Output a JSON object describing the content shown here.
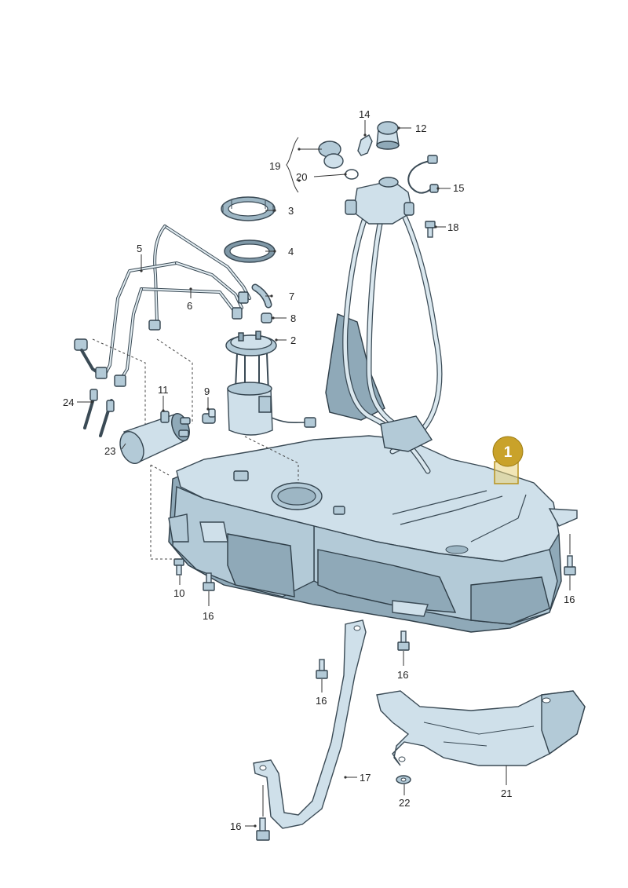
{
  "diagram": {
    "labels": [
      {
        "id": "l1",
        "text": "1"
      },
      {
        "id": "l2",
        "text": "2"
      },
      {
        "id": "l3",
        "text": "3"
      },
      {
        "id": "l4",
        "text": "4"
      },
      {
        "id": "l5",
        "text": "5"
      },
      {
        "id": "l6",
        "text": "6"
      },
      {
        "id": "l7",
        "text": "7"
      },
      {
        "id": "l8",
        "text": "8"
      },
      {
        "id": "l9",
        "text": "9"
      },
      {
        "id": "l10",
        "text": "10"
      },
      {
        "id": "l11",
        "text": "11"
      },
      {
        "id": "l12",
        "text": "12"
      },
      {
        "id": "l14",
        "text": "14"
      },
      {
        "id": "l15",
        "text": "15"
      },
      {
        "id": "l16a",
        "text": "16"
      },
      {
        "id": "l16b",
        "text": "16"
      },
      {
        "id": "l16c",
        "text": "16"
      },
      {
        "id": "l16d",
        "text": "16"
      },
      {
        "id": "l16e",
        "text": "16"
      },
      {
        "id": "l17",
        "text": "17"
      },
      {
        "id": "l18",
        "text": "18"
      },
      {
        "id": "l19",
        "text": "19"
      },
      {
        "id": "l20",
        "text": "20"
      },
      {
        "id": "l21",
        "text": "21"
      },
      {
        "id": "l22",
        "text": "22"
      },
      {
        "id": "l23",
        "text": "23"
      },
      {
        "id": "l24",
        "text": "24"
      }
    ],
    "highlight": {
      "text": "1",
      "color": "#c9a22a"
    },
    "colors": {
      "part": "#cfe0ea",
      "outline": "#3a4a55",
      "shadow": "#8fa9b8"
    }
  }
}
